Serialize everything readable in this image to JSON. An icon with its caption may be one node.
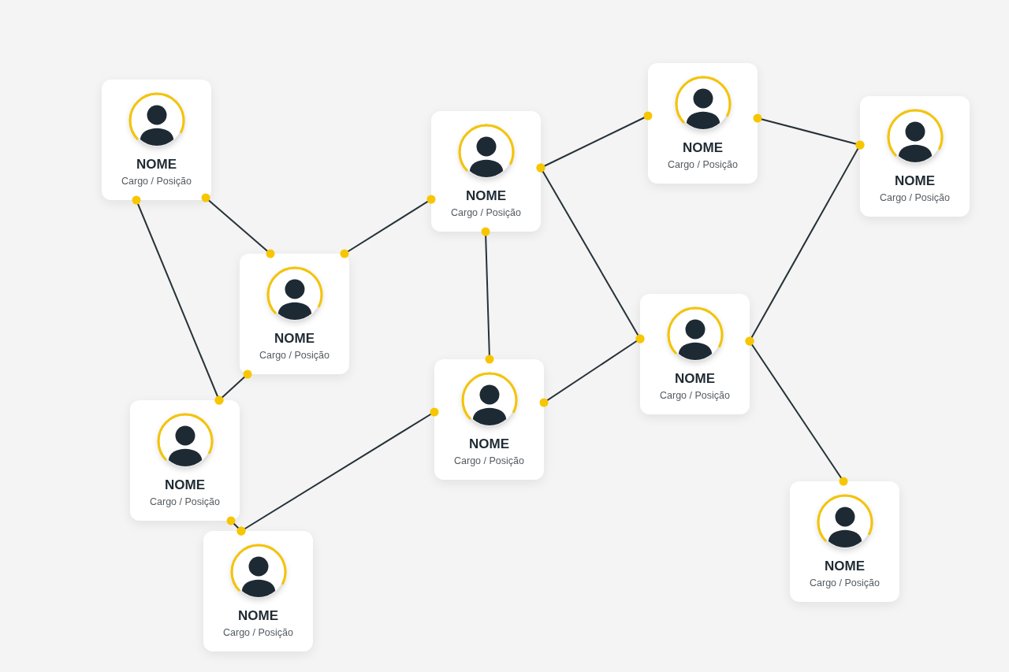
{
  "diagram": {
    "nodes": [
      {
        "text": [
          "NOME",
          "Cargo / Posição"
        ]
      },
      {
        "text": [
          "NOME",
          "Cargo / Posição"
        ]
      },
      {
        "text": [
          "NOME",
          "Cargo / Posição"
        ]
      },
      {
        "text": [
          "NOME",
          "Cargo / Posição"
        ]
      },
      {
        "text": [
          "NOME",
          "Cargo / Posição"
        ]
      },
      {
        "text": [
          "NOME",
          "Cargo / Posição"
        ]
      },
      {
        "text": [
          "NOME",
          "Cargo / Posição"
        ]
      },
      {
        "text": [
          "NOME",
          "Cargo / Posição"
        ]
      },
      {
        "text": [
          "NOME",
          "Cargo / Posição"
        ]
      },
      {
        "text": [
          "NOME",
          "Cargo / Posição"
        ]
      }
    ],
    "edges": [
      {
        "from": 0,
        "to": 4,
        "arrow": "other"
      },
      {
        "from": 0,
        "to": 7,
        "arrow": "other"
      },
      {
        "from": 4,
        "to": 1,
        "arrow": "other"
      },
      {
        "from": 4,
        "to": 7,
        "arrow": "other"
      },
      {
        "from": 1,
        "to": 2,
        "arrow": "other"
      },
      {
        "from": 1,
        "to": 6,
        "arrow": "other"
      },
      {
        "from": 1,
        "to": 5,
        "arrow": "other"
      },
      {
        "from": 2,
        "to": 3,
        "arrow": "other"
      },
      {
        "from": 3,
        "to": 5,
        "arrow": "other"
      },
      {
        "from": 5,
        "to": 6,
        "arrow": "other"
      },
      {
        "from": 5,
        "to": 8,
        "arrow": "other"
      },
      {
        "from": 6,
        "to": 9,
        "arrow": "other"
      },
      {
        "from": 7,
        "to": 9,
        "arrow": "other"
      }
    ]
  }
}
